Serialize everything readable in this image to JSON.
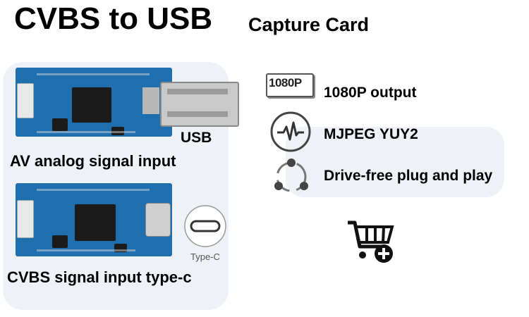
{
  "title": {
    "main": "CVBS to USB",
    "sub": "Capture Card"
  },
  "products": {
    "usb_label": "USB",
    "av_label": "AV analog signal input",
    "cvbs_label": "CVBS signal input type-c",
    "typec_label": "Type-C"
  },
  "features": [
    {
      "icon": "1080p-badge-icon",
      "badge": "1080P",
      "text": "1080P output"
    },
    {
      "icon": "waveform-icon",
      "text": "MJPEG YUY2"
    },
    {
      "icon": "share-nodes-icon",
      "text": "Drive-free plug and play"
    }
  ],
  "cart": {
    "icon": "cart-add-icon"
  },
  "colors": {
    "board": "#1f6fae",
    "panel": "#eef2f7"
  }
}
